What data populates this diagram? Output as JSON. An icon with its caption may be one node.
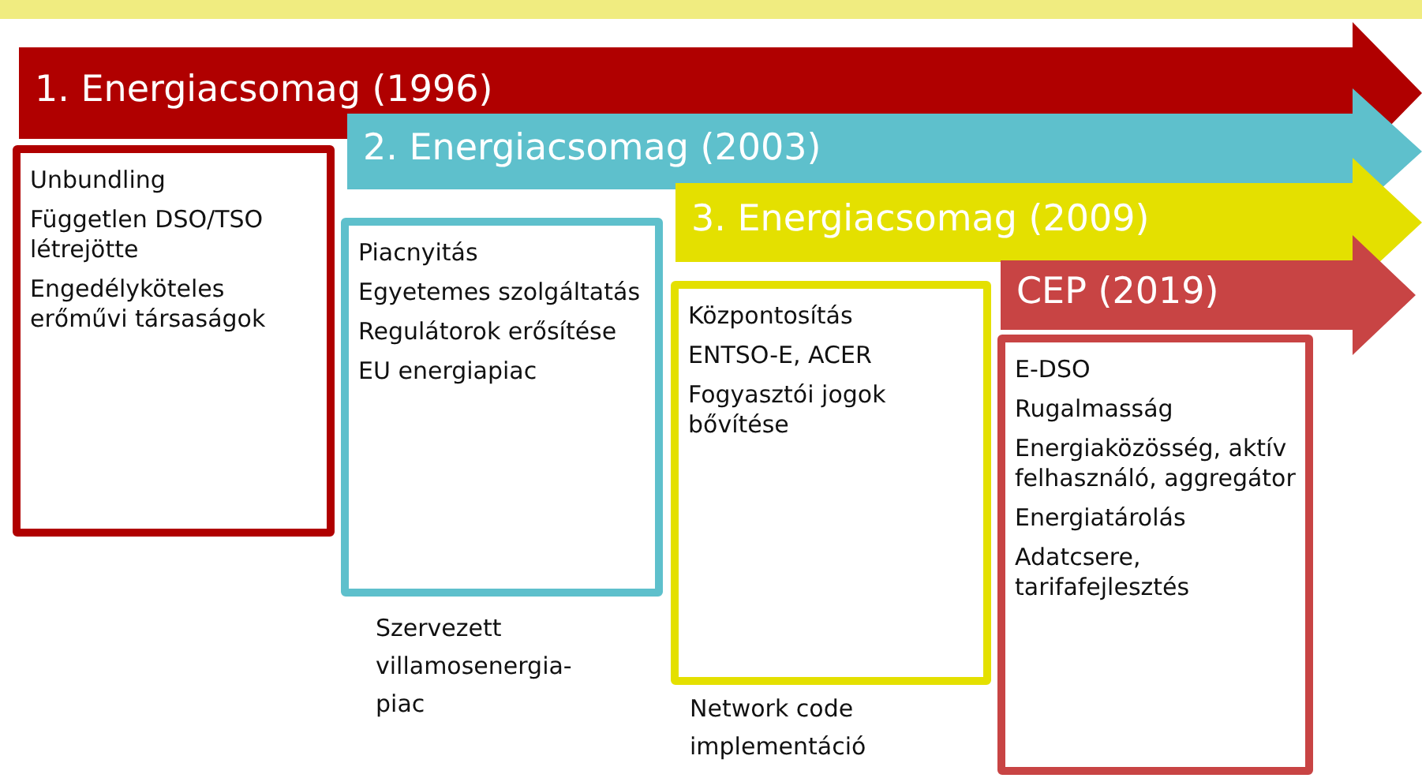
{
  "diagram": {
    "nodes": [
      {
        "text": [
          "1. Energiacsomag (1996)"
        ]
      },
      {
        "text": [
          "Unbundling",
          "Független DSO/TSO létrejötte",
          "Engedélyköteles erőművi társaságok"
        ]
      },
      {
        "text": [
          "2. Energiacsomag (2003)"
        ]
      },
      {
        "text": [
          "Piacnyitás",
          "Egyetemes szolgáltatás",
          "Regulátorok erősítése",
          "EU energiapiac"
        ],
        "beside": [
          "Szervezett villamosenergia-piac"
        ]
      },
      {
        "text": [
          "3. Energiacsomag (2009)"
        ]
      },
      {
        "text": [
          "Központosítás",
          "ENTSO-E, ACER",
          "Fogyasztói jogok bővítése"
        ],
        "beside": [
          "Network code implementáció"
        ]
      },
      {
        "text": [
          "CEP (2019)"
        ]
      },
      {
        "text": [
          "E-DSO",
          "Rugalmasság",
          "Energiaközösség, aktív felhasználó, aggregátor",
          "Energiatárolás",
          "Adatcsere, tarifafejlesztés"
        ]
      }
    ]
  }
}
